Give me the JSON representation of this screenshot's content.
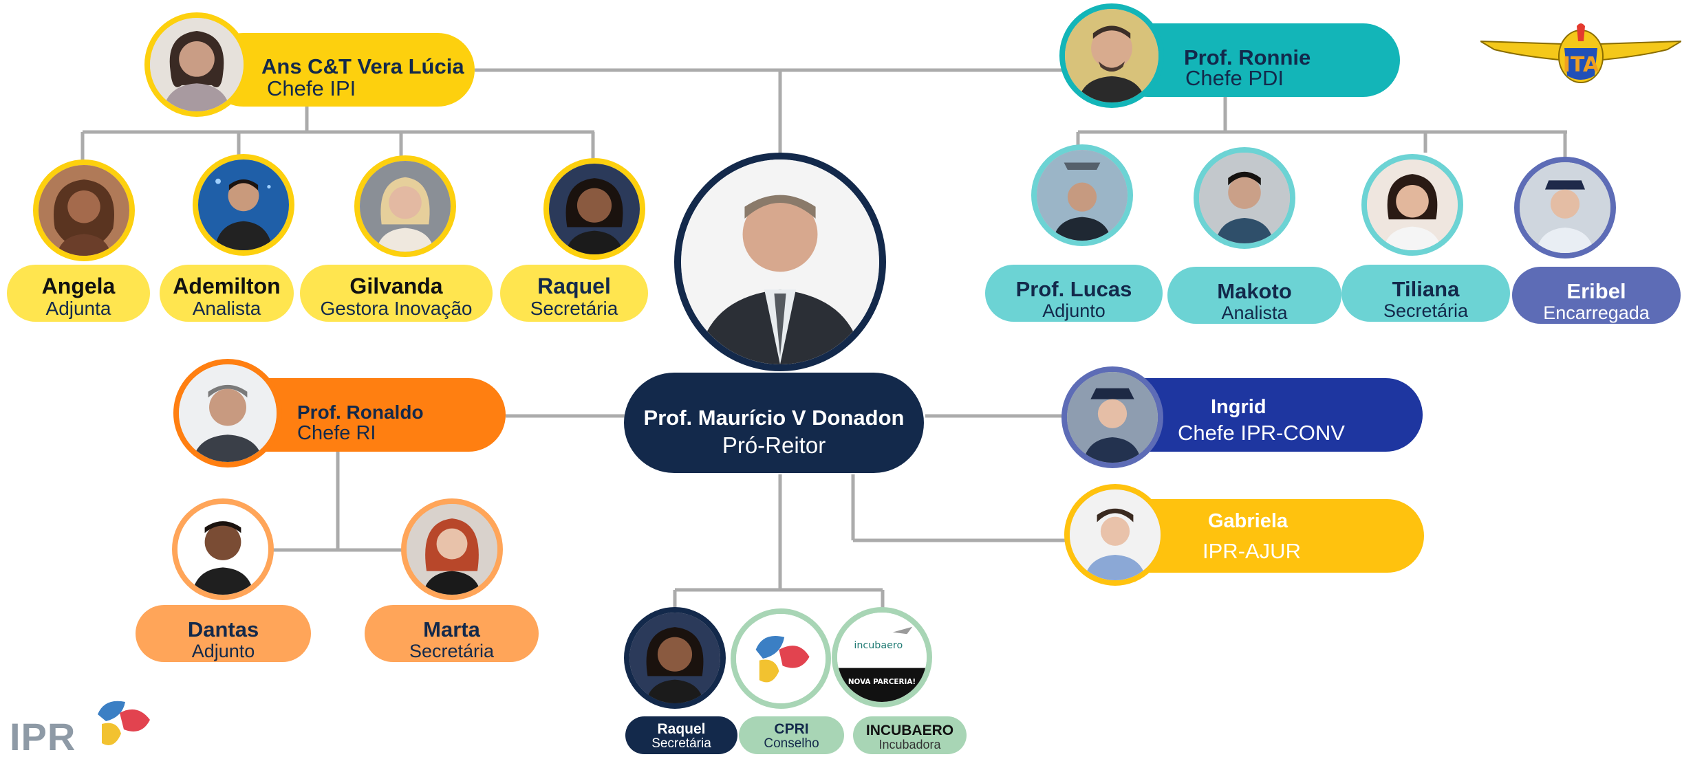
{
  "colors": {
    "yellow": "#FDD00E",
    "light_yellow": "#FFE54F",
    "teal": "#13B5B8",
    "light_teal": "#6CD3D4",
    "periwinkle": "#5D6CB6",
    "orange": "#FF7F11",
    "light_orange": "#FFA559",
    "navy": "#13294B",
    "blue": "#1E36A0",
    "gold": "#FFC20E",
    "sage": "#A8D5B5",
    "line": "#ABABAB"
  },
  "director": {
    "name": "Prof. Maurício V Donadon",
    "role": "Pró-Reitor"
  },
  "ipi": {
    "head": {
      "name": "Ans C&T Vera Lúcia",
      "role": "Chefe IPI"
    },
    "members": [
      {
        "name": "Angela",
        "role": "Adjunta"
      },
      {
        "name": "Ademilton",
        "role": "Analista"
      },
      {
        "name": "Gilvanda",
        "role": "Gestora Inovação"
      },
      {
        "name": "Raquel",
        "role": "Secretária"
      }
    ]
  },
  "pdi": {
    "head": {
      "name": "Prof. Ronnie",
      "role": "Chefe PDI"
    },
    "members": [
      {
        "name": "Prof. Lucas",
        "role": "Adjunto"
      },
      {
        "name": "Makoto",
        "role": "Analista"
      },
      {
        "name": "Tiliana",
        "role": "Secretária"
      },
      {
        "name": "Eribel",
        "role": "Encarregada"
      }
    ]
  },
  "ri": {
    "head": {
      "name": "Prof. Ronaldo",
      "role": "Chefe RI"
    },
    "members": [
      {
        "name": "Dantas",
        "role": "Adjunto"
      },
      {
        "name": "Marta",
        "role": "Secretária"
      }
    ]
  },
  "conv": {
    "name": "Ingrid",
    "role": "Chefe IPR-CONV"
  },
  "ajur": {
    "name": "Gabriela",
    "role": "IPR-AJUR"
  },
  "bottom": [
    {
      "name": "Raquel",
      "role": "Secretária"
    },
    {
      "name": "CPRI",
      "role": "Conselho"
    },
    {
      "name": "INCUBAERO",
      "role": "Incubadora"
    }
  ],
  "incubaero_logo": {
    "brand": "incubaero",
    "banner": "NOVA PARCERIA!"
  },
  "ipr_logo": {
    "text": "IPR"
  },
  "ita_logo": {
    "text": "ITA"
  },
  "icons": {
    "photo": "person-photo-icon"
  }
}
